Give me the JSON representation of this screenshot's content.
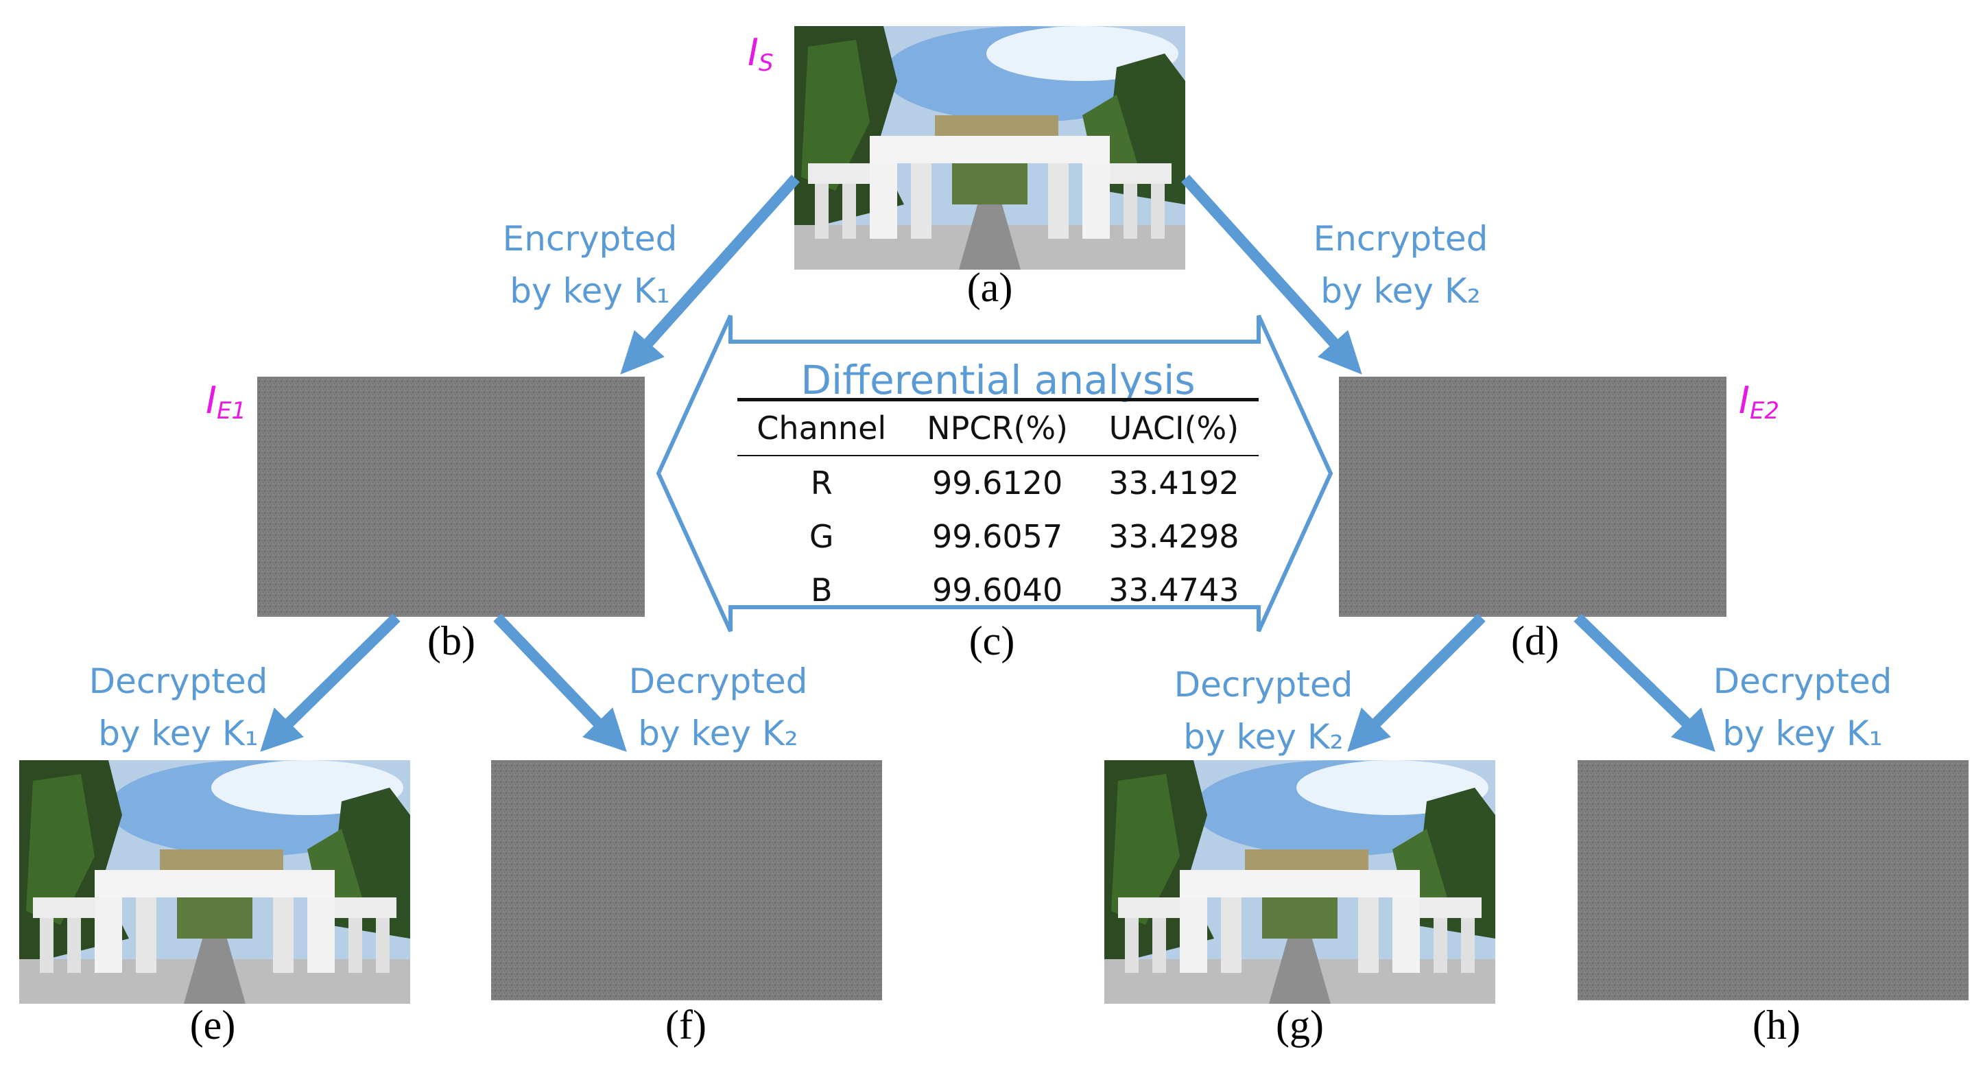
{
  "tags": {
    "source": {
      "main": "I",
      "sub": "S"
    },
    "e1": {
      "main": "I",
      "sub": "E1"
    },
    "e2": {
      "main": "I",
      "sub": "E2"
    }
  },
  "labels": {
    "enc1": [
      "Encrypted",
      "by key K₁"
    ],
    "enc2": [
      "Encrypted",
      "by key K₂"
    ],
    "dec_b_k1": [
      "Decrypted",
      "by key K₁"
    ],
    "dec_b_k2": [
      "Decrypted",
      "by key K₂"
    ],
    "dec_d_k2": [
      "Decrypted",
      "by key K₂"
    ],
    "dec_d_k1": [
      "Decrypted",
      "by key K₁"
    ]
  },
  "captions": {
    "a": "(a)",
    "b": "(b)",
    "c": "(c)",
    "d": "(d)",
    "e": "(e)",
    "f": "(f)",
    "g": "(g)",
    "h": "(h)"
  },
  "table": {
    "title": "Differential analysis",
    "headers": [
      "Channel",
      "NPCR(%)",
      "UACI(%)"
    ],
    "rows": [
      [
        "R",
        "99.6120",
        "33.4192"
      ],
      [
        "G",
        "99.6057",
        "33.4298"
      ],
      [
        "B",
        "99.6040",
        "33.4743"
      ]
    ]
  },
  "colors": {
    "arrow": "#5b9bd5",
    "tag": "#e619e6",
    "label": "#5b9bd5"
  }
}
